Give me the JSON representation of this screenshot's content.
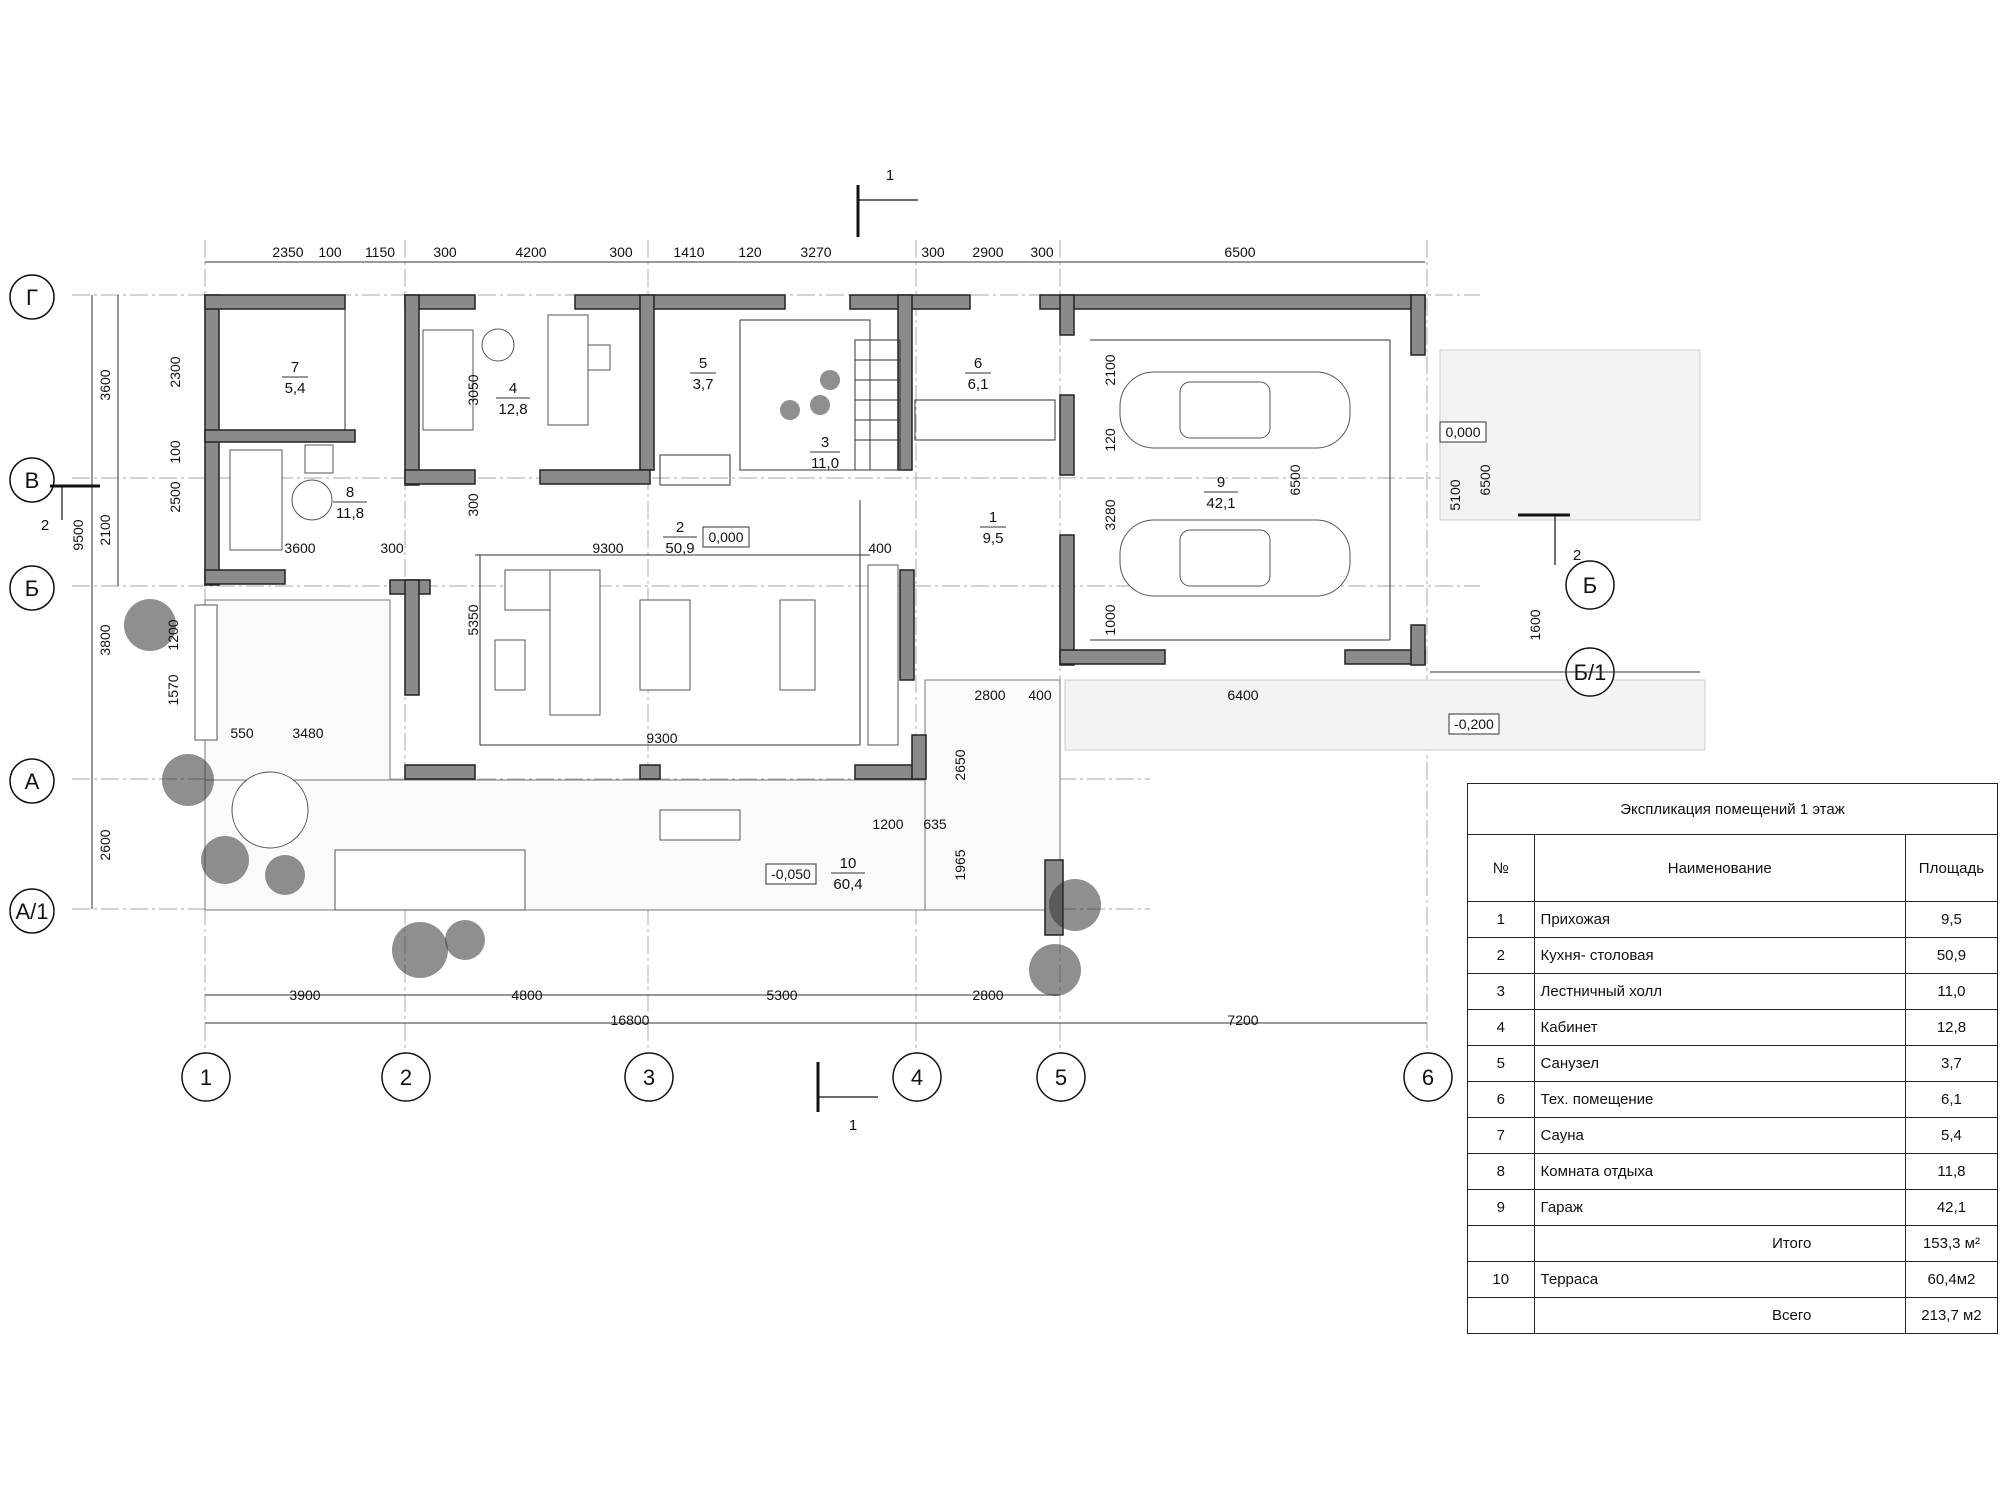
{
  "axes": {
    "horizontal": [
      "Г",
      "В",
      "Б",
      "А",
      "А/1"
    ],
    "vertical": [
      "1",
      "2",
      "3",
      "4",
      "5",
      "6"
    ],
    "extra": [
      "Б",
      "Б/1"
    ]
  },
  "sections": {
    "s1": "1",
    "s2": "2"
  },
  "dims": {
    "top": [
      "2350",
      "100",
      "1150",
      "300",
      "4200",
      "300",
      "1410",
      "120",
      "3270",
      "300",
      "2900",
      "300",
      "6500"
    ],
    "bottom1": [
      "3900",
      "4800",
      "5300",
      "2800"
    ],
    "bottom2": [
      "16800",
      "7200"
    ],
    "left_outer": [
      "3600",
      "9500",
      "3800",
      "2600"
    ],
    "left_inner": [
      "2300",
      "100",
      "2500",
      "2100"
    ],
    "interior": [
      "3600",
      "300",
      "9300",
      "400",
      "9300",
      "550",
      "3480",
      "1200",
      "1570",
      "5350",
      "3050",
      "300",
      "2800",
      "400",
      "6400",
      "2650",
      "1965",
      "1200",
      "635",
      "2100",
      "120",
      "3280",
      "1000",
      "6500",
      "5100",
      "6500",
      "1600"
    ]
  },
  "levels": [
    "0,000",
    "0,000",
    "-0,200",
    "-0,050"
  ],
  "rooms": [
    {
      "num": "7",
      "area": "5,4"
    },
    {
      "num": "4",
      "area": "12,8"
    },
    {
      "num": "5",
      "area": "3,7"
    },
    {
      "num": "6",
      "area": "6,1"
    },
    {
      "num": "3",
      "area": "11,0"
    },
    {
      "num": "8",
      "area": "11,8"
    },
    {
      "num": "2",
      "area": "50,9"
    },
    {
      "num": "1",
      "area": "9,5"
    },
    {
      "num": "9",
      "area": "42,1"
    },
    {
      "num": "10",
      "area": "60,4"
    }
  ],
  "table": {
    "title": "Экспликация помещений  1 этаж",
    "col_num": "№",
    "col_name": "Наименование",
    "col_area": "Площадь",
    "rows": [
      {
        "num": "1",
        "name": "Прихожая",
        "area": "9,5"
      },
      {
        "num": "2",
        "name": "Кухня- столовая",
        "area": "50,9"
      },
      {
        "num": "3",
        "name": "Лестничный холл",
        "area": "11,0"
      },
      {
        "num": "4",
        "name": "Кабинет",
        "area": "12,8"
      },
      {
        "num": "5",
        "name": "Санузел",
        "area": "3,7"
      },
      {
        "num": "6",
        "name": "Тех. помещение",
        "area": "6,1"
      },
      {
        "num": "7",
        "name": "Сауна",
        "area": "5,4"
      },
      {
        "num": "8",
        "name": "Комната отдыха",
        "area": "11,8"
      },
      {
        "num": "9",
        "name": "Гараж",
        "area": "42,1"
      }
    ],
    "subtotal_label": "Итого",
    "subtotal_area": "153,3 м²",
    "terrace_num": "10",
    "terrace_name": "Терраса",
    "terrace_area": "60,4м2",
    "total_label": "Всего",
    "total_area": "213,7 м2"
  }
}
